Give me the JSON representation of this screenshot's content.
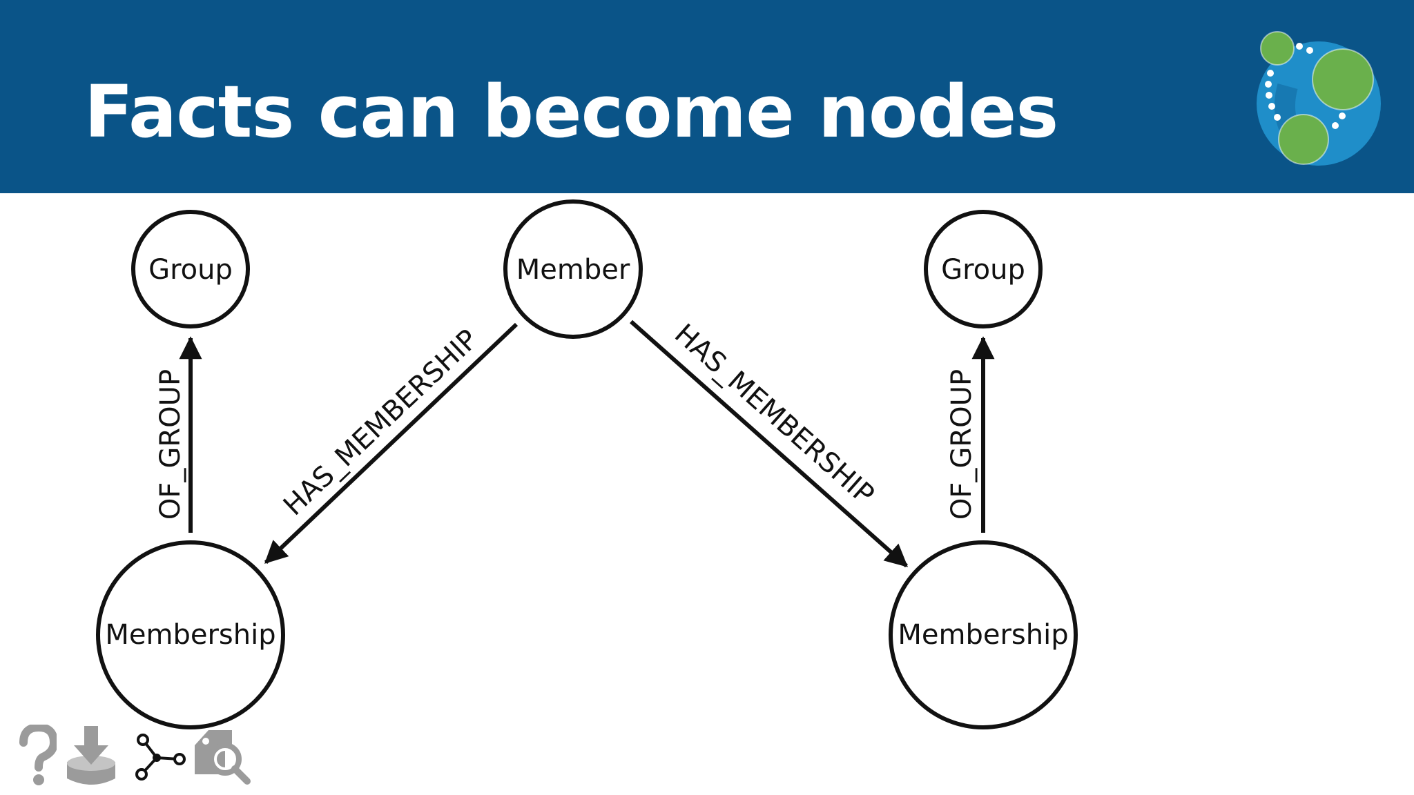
{
  "slide": {
    "title": "Facts can become nodes",
    "header_color": "#0a5488"
  },
  "logo": {
    "icon": "neo4j-logo-icon"
  },
  "diagram": {
    "nodes": {
      "group_left": "Group",
      "member": "Member",
      "group_right": "Group",
      "membership_left": "Membership",
      "membership_right": "Membership"
    },
    "relationships": {
      "of_group_left": "OF_GROUP",
      "has_membership_left": "HAS_MEMBERSHIP",
      "has_membership_right": "HAS_MEMBERSHIP",
      "of_group_right": "OF_GROUP"
    }
  },
  "toolbar": {
    "icons": [
      "help-icon",
      "download-icon",
      "graph-icon",
      "search-tag-icon"
    ]
  }
}
